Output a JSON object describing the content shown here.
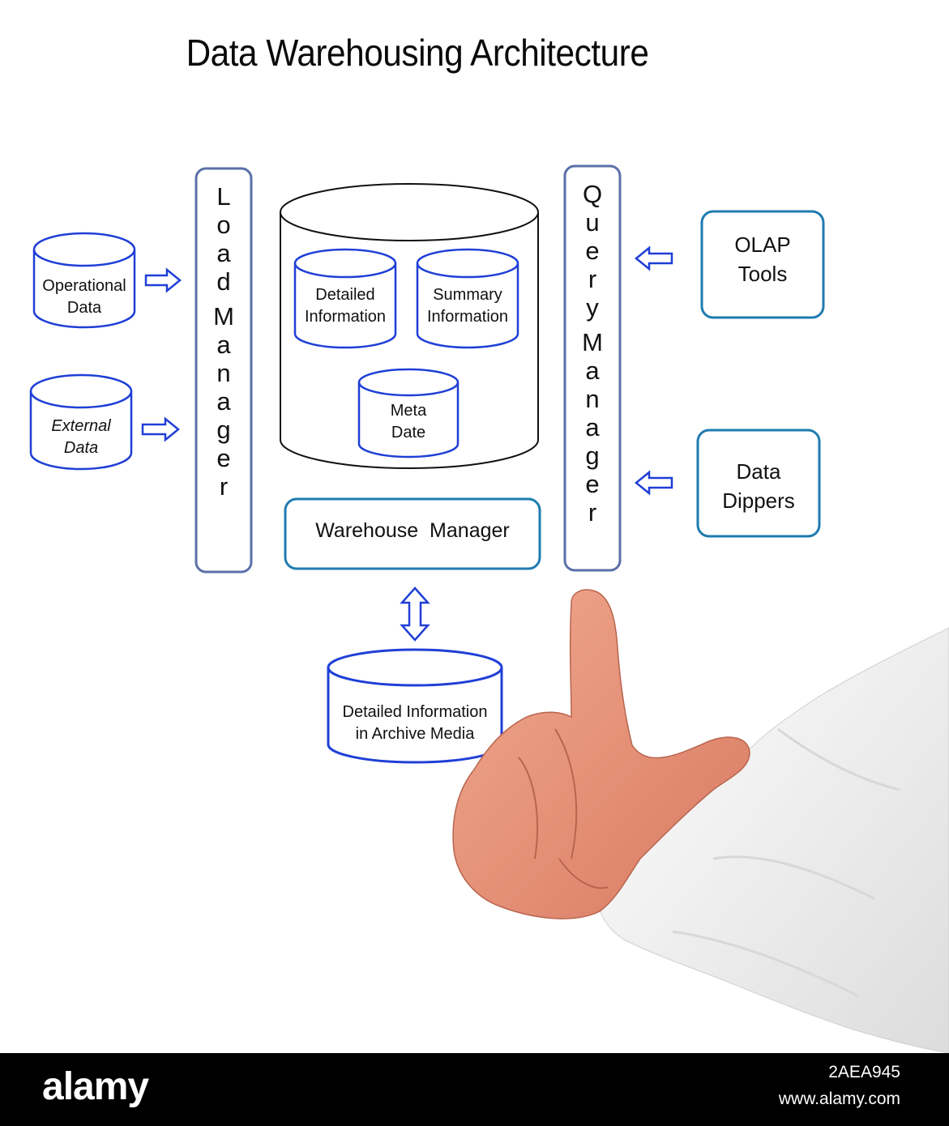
{
  "title": "Data Warehousing Architecture",
  "sources": {
    "operational": [
      "Operational",
      "Data"
    ],
    "external": [
      "External",
      "Data"
    ]
  },
  "load_manager": [
    "L",
    "o",
    "a",
    "d",
    "M",
    "a",
    "n",
    "a",
    "g",
    "e",
    "r"
  ],
  "query_manager": [
    "Q",
    "u",
    "e",
    "r",
    "y",
    "M",
    "a",
    "n",
    "a",
    "g",
    "e",
    "r"
  ],
  "warehouse": {
    "detailed": [
      "Detailed",
      "Information"
    ],
    "summary": [
      "Summary",
      "Information"
    ],
    "meta": [
      "Meta",
      "Date"
    ]
  },
  "warehouse_manager": "Warehouse  Manager",
  "archive": [
    "Detailed Information",
    "in Archive Media"
  ],
  "tools": {
    "olap": [
      "OLAP",
      "Tools"
    ],
    "dippers": [
      "Data",
      "Dippers"
    ]
  },
  "footer": {
    "logo": "alamy",
    "image_id": "2AEA945",
    "url": "www.alamy.com"
  },
  "colors": {
    "blue": "#1f3fd6",
    "box_blue": "#1f7bb0",
    "manager_border": "#5a70a8",
    "skin": "#e8987e",
    "sleeve": "#f4f4f2"
  }
}
